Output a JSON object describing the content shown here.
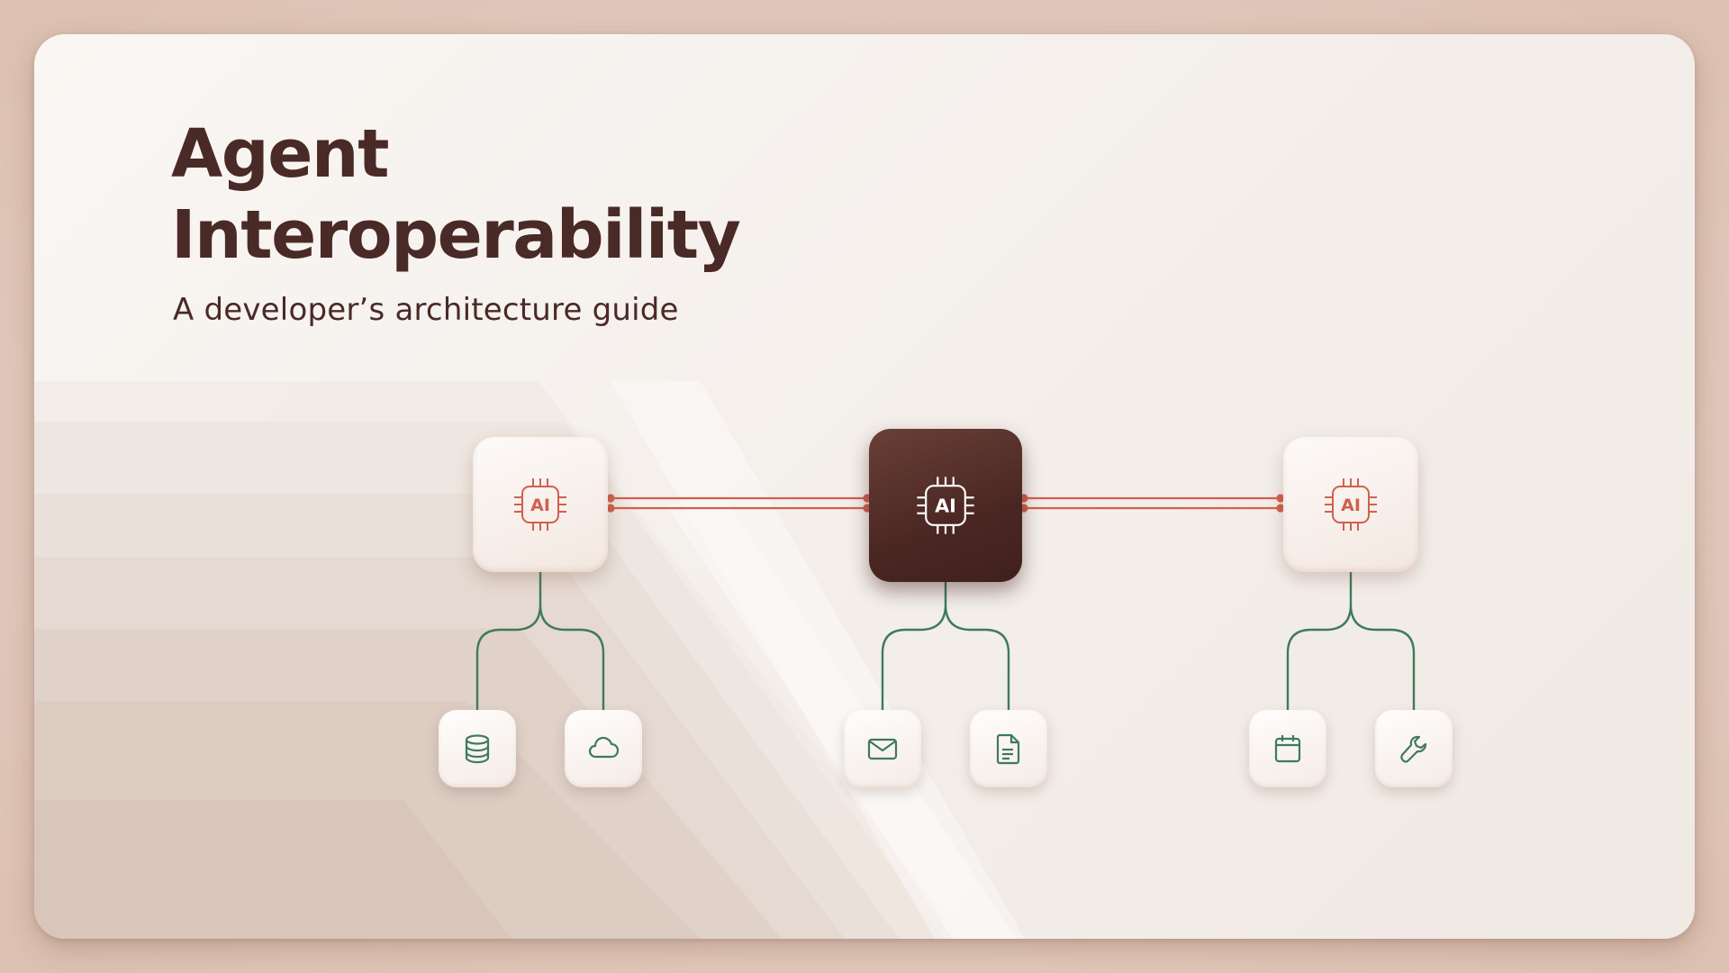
{
  "title": {
    "line1": "Agent",
    "line2": "Interoperability"
  },
  "subtitle": "A developer’s architecture guide",
  "colors": {
    "title_text": "#4a2a26",
    "primary_agent_fill": "#4b2723",
    "agent_icon_accent": "#d0604f",
    "link_line": "#d0604f",
    "tool_icon_stroke": "#3f7a5a",
    "tree_line": "#3f7a5a",
    "background": "#f4efeb"
  },
  "agents": [
    {
      "label": "AI",
      "icon": "cpu-chip-icon",
      "primary": false
    },
    {
      "label": "AI",
      "icon": "cpu-chip-icon",
      "primary": true
    },
    {
      "label": "AI",
      "icon": "cpu-chip-icon",
      "primary": false
    }
  ],
  "tools": [
    {
      "icon": "database-icon"
    },
    {
      "icon": "cloud-icon"
    },
    {
      "icon": "mail-icon"
    },
    {
      "icon": "document-icon"
    },
    {
      "icon": "calendar-icon"
    },
    {
      "icon": "wrench-icon"
    }
  ]
}
